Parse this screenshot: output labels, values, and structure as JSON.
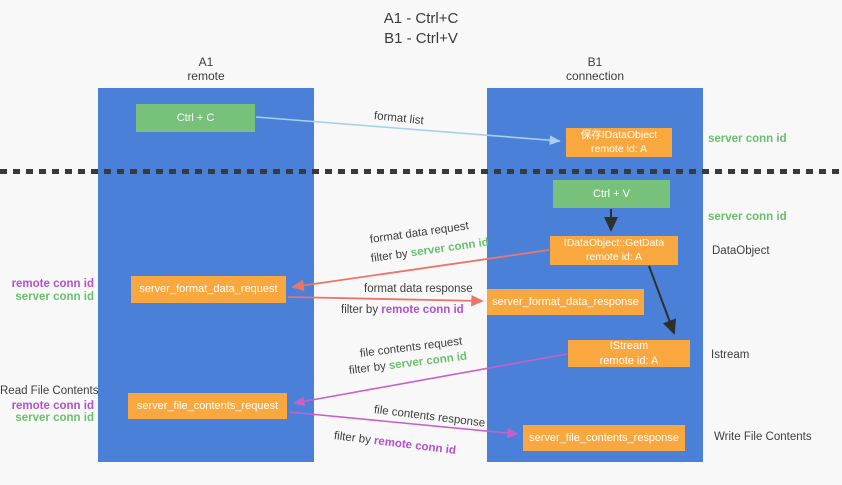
{
  "title": {
    "line1": "A1 - Ctrl+C",
    "line2": "B1 - Ctrl+V"
  },
  "columns": {
    "left": {
      "name": "A1",
      "role": "remote"
    },
    "right": {
      "name": "B1",
      "role": "connection"
    }
  },
  "nodes": {
    "ctrl_c": {
      "label": "Ctrl + C"
    },
    "ctrl_v": {
      "label": "Ctrl + V"
    },
    "save_dataobject": {
      "line1": "保存IDataObject",
      "line2": "remote id: A"
    },
    "getdata": {
      "line1": "IDataObject::GetData",
      "line2": "remote id: A"
    },
    "istream": {
      "line1": "IStream",
      "line2": "remote id: A"
    },
    "format_request": {
      "label": "server_format_data_request"
    },
    "format_response": {
      "label": "server_format_data_response"
    },
    "file_request": {
      "label": "server_file_contents_request"
    },
    "file_response": {
      "label": "server_file_contents_response"
    }
  },
  "right_labels": {
    "server_conn_id_top": "server conn id",
    "server_conn_id_mid": "server conn id",
    "dataobject": "DataObject",
    "istream": "Istream",
    "write_file_contents": "Write File Contents"
  },
  "left_labels": {
    "format_pair": {
      "remote": "remote conn id",
      "server": "server conn id"
    },
    "read_file_contents": "Read File Contents",
    "file_pair": {
      "remote": "remote conn id",
      "server": "server conn id"
    }
  },
  "flow_labels": {
    "format_list": "format list",
    "format_data_request": "format data request",
    "format_data_response": "format data response",
    "file_contents_request": "file contents request",
    "file_contents_response": "file contents response",
    "filter_by": "filter by ",
    "server_conn_id": "server conn id",
    "remote_conn_id": "remote conn id"
  },
  "colors": {
    "column_blue": "#4a80d8",
    "node_green": "#77c17b",
    "node_orange": "#f8a83e",
    "green_text": "#6abf6e",
    "purple_text": "#b052cc",
    "red_arrow": "#e8766b",
    "magenta_arrow": "#c95fc9",
    "blue_arrow": "#a8cfec",
    "black_arrow": "#2f2f2f"
  }
}
